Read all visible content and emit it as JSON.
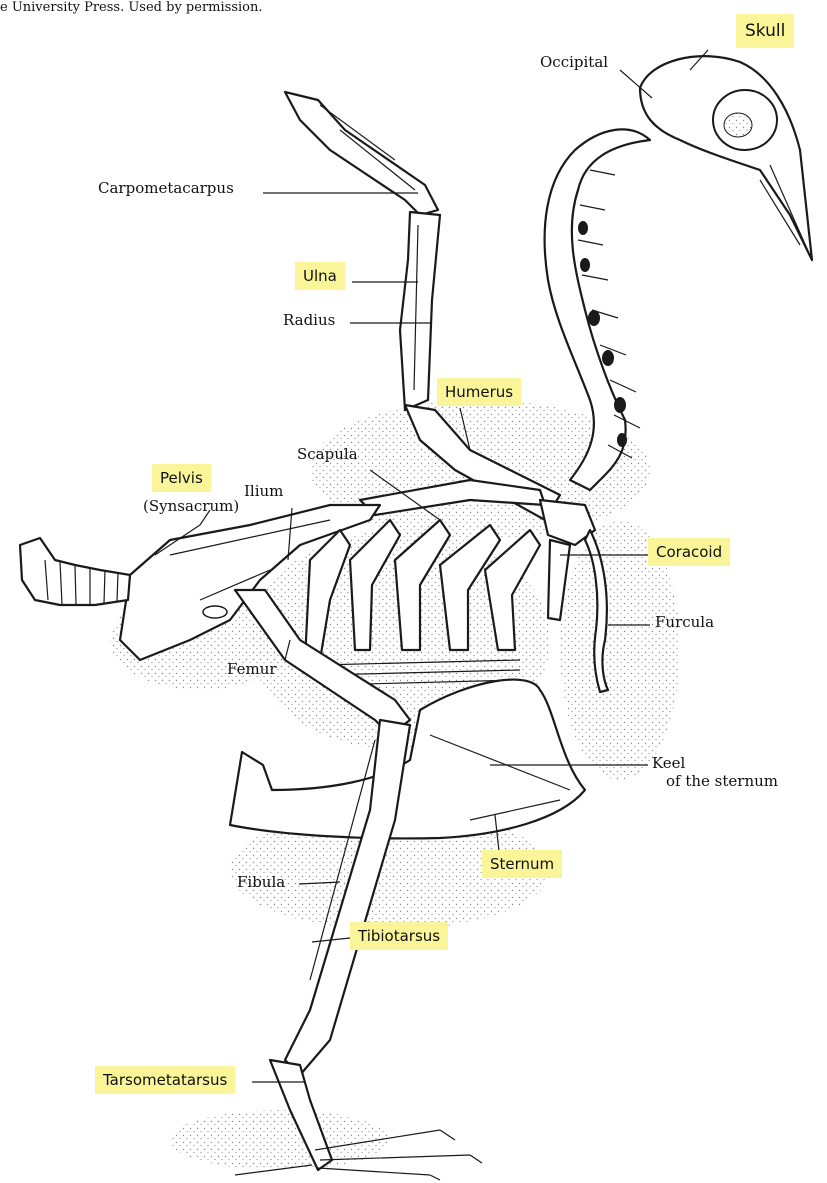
{
  "credit": "e University Press. Used by permission.",
  "labels": {
    "skull": "Skull",
    "occipital": "Occipital",
    "carpometacarpus": "Carpometacarpus",
    "ulna": "Ulna",
    "radius": "Radius",
    "humerus": "Humerus",
    "scapula": "Scapula",
    "pelvis": "Pelvis",
    "synsacrum": "(Synsacrum)",
    "ilium": "Ilium",
    "coracoid": "Coracoid",
    "furcula": "Furcula",
    "femur": "Femur",
    "keel_line1": "Keel",
    "keel_line2": "of the sternum",
    "sternum": "Sternum",
    "fibula": "Fibula",
    "tibiotarsus": "Tibiotarsus",
    "tarsometatarsus": "Tarsometatarsus"
  },
  "colors": {
    "highlight": "#fbf59a",
    "ink": "#1a1a1a",
    "stipple": "#9a9a9a"
  }
}
